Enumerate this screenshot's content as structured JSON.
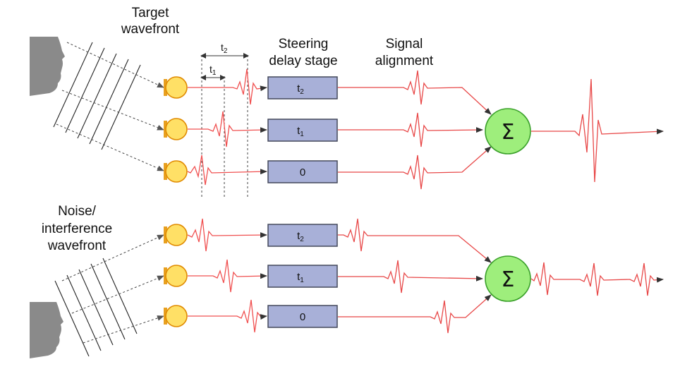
{
  "labels": {
    "target_wavefront_1": "Target",
    "target_wavefront_2": "wavefront",
    "noise_wavefront_1": "Noise/",
    "noise_wavefront_2": "interference",
    "noise_wavefront_3": "wavefront",
    "steering_1": "Steering",
    "steering_2": "delay stage",
    "alignment_1": "Signal",
    "alignment_2": "alignment",
    "t2_measure_main": "t",
    "t2_measure_sub": "2",
    "t1_measure_main": "t",
    "t1_measure_sub": "1"
  },
  "sum_symbol": "Σ",
  "target_group": {
    "delays": [
      {
        "main": "t",
        "sub": "2"
      },
      {
        "main": "t",
        "sub": "1"
      },
      {
        "main": "0",
        "sub": ""
      }
    ]
  },
  "noise_group": {
    "delays": [
      {
        "main": "t",
        "sub": "2"
      },
      {
        "main": "t",
        "sub": "1"
      },
      {
        "main": "0",
        "sub": ""
      }
    ]
  },
  "colors": {
    "signal": "#f05050",
    "delay_box": "#a8b0d8",
    "microphone": "#ffe066",
    "summer": "#9eee7c",
    "head": "#8a8a8a"
  }
}
